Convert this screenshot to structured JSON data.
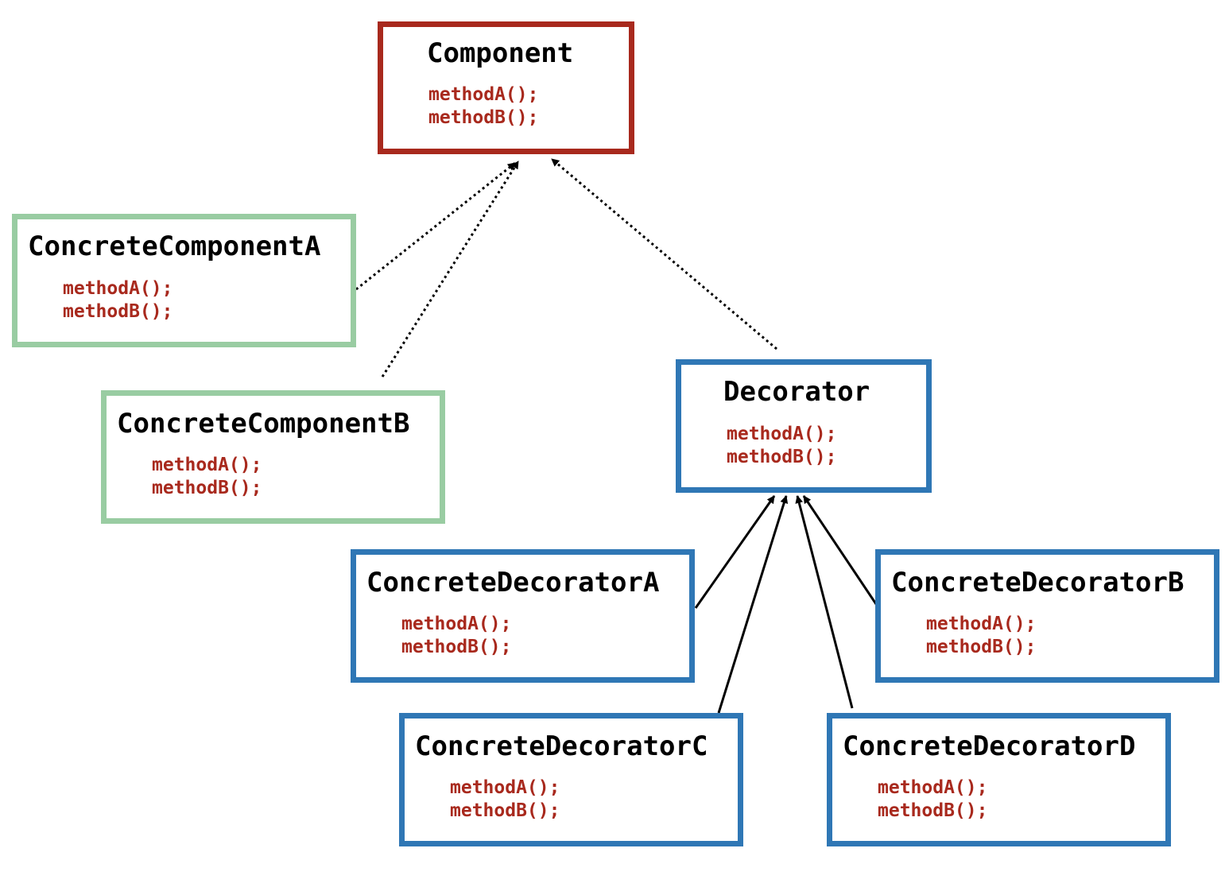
{
  "nodes": {
    "component": {
      "name": "Component",
      "methods": [
        "methodA();",
        "methodB();"
      ]
    },
    "concrete_component_a": {
      "name": "ConcreteComponentA",
      "methods": [
        "methodA();",
        "methodB();"
      ]
    },
    "concrete_component_b": {
      "name": "ConcreteComponentB",
      "methods": [
        "methodA();",
        "methodB();"
      ]
    },
    "decorator": {
      "name": "Decorator",
      "methods": [
        "methodA();",
        "methodB();"
      ]
    },
    "concrete_decorator_a": {
      "name": "ConcreteDecoratorA",
      "methods": [
        "methodA();",
        "methodB();"
      ]
    },
    "concrete_decorator_b": {
      "name": "ConcreteDecoratorB",
      "methods": [
        "methodA();",
        "methodB();"
      ]
    },
    "concrete_decorator_c": {
      "name": "ConcreteDecoratorC",
      "methods": [
        "methodA();",
        "methodB();"
      ]
    },
    "concrete_decorator_d": {
      "name": "ConcreteDecoratorD",
      "methods": [
        "methodA();",
        "methodB();"
      ]
    }
  },
  "edges": [
    {
      "from": "concrete_component_a",
      "to": "component",
      "style": "dotted"
    },
    {
      "from": "concrete_component_b",
      "to": "component",
      "style": "dotted"
    },
    {
      "from": "decorator",
      "to": "component",
      "style": "dotted"
    },
    {
      "from": "concrete_decorator_a",
      "to": "decorator",
      "style": "solid"
    },
    {
      "from": "concrete_decorator_b",
      "to": "decorator",
      "style": "solid"
    },
    {
      "from": "concrete_decorator_c",
      "to": "decorator",
      "style": "solid"
    },
    {
      "from": "concrete_decorator_d",
      "to": "decorator",
      "style": "solid"
    }
  ],
  "colors": {
    "interface_border": "#a8291d",
    "concrete_component_border": "#99cca2",
    "decorator_border": "#2f77b5",
    "method_text": "#a8291d",
    "title_text": "#000000",
    "edge": "#000000"
  }
}
